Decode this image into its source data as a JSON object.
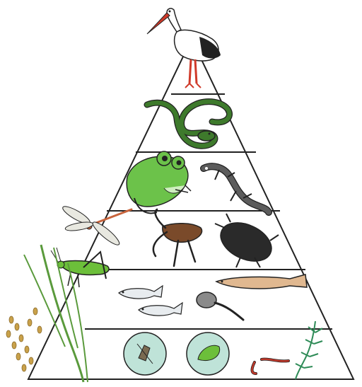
{
  "figure": {
    "type": "ecological pyramid",
    "levels": [
      {
        "name": "level-1-apex",
        "organisms": [
          "stork"
        ]
      },
      {
        "name": "level-2",
        "organisms": [
          "snake"
        ]
      },
      {
        "name": "level-3",
        "organisms": [
          "frog",
          "newt"
        ]
      },
      {
        "name": "level-4",
        "organisms": [
          "dragonfly",
          "water-scorpion",
          "diving-beetle"
        ]
      },
      {
        "name": "level-5",
        "organisms": [
          "grasshopper",
          "small-fish",
          "small-fish",
          "tadpole",
          "loach"
        ]
      },
      {
        "name": "level-6-base",
        "organisms": [
          "plankton",
          "plankton",
          "worm",
          "water-weed",
          "rice-plant"
        ]
      }
    ],
    "colors": {
      "outline": "#222222",
      "frog": "#6cc24a",
      "snake": "#3e7a2c",
      "newt": "#5c5c5c",
      "plankton-disc": "#bfe3d8",
      "worm": "#c0392b",
      "weed": "#2e8b57",
      "rice": "#5a9a3c",
      "grain": "#c9a14a",
      "loach": "#e0b890",
      "water-scorpion": "#7a4a2a",
      "beetle": "#2a2a2a",
      "dragonfly-body": "#c8643c"
    }
  }
}
